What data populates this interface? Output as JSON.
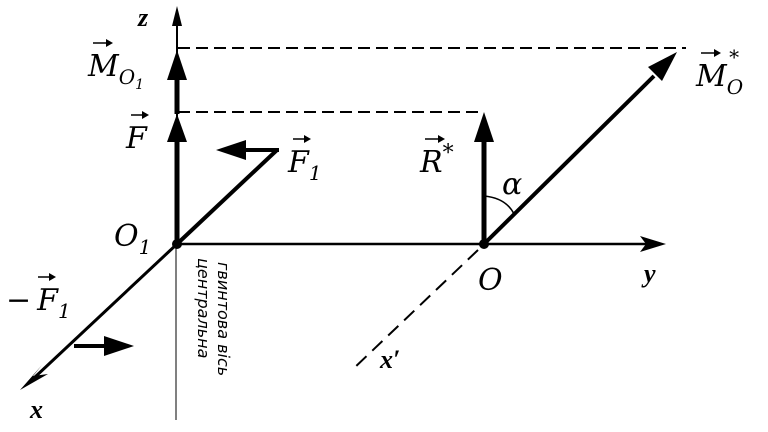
{
  "labels": {
    "axis_z": "z",
    "axis_y": "y",
    "axis_x": "x",
    "axis_x_prime": "x′",
    "point_o1_main": "O",
    "point_o1_sub": "1",
    "point_o": "O",
    "moment_o1_main": "M",
    "moment_o1_sub_main": "O",
    "moment_o1_sub_sub": "1",
    "force_f": "F",
    "force_f1_main": "F",
    "force_f1_sub": "1",
    "force_neg_f1_minus": "−",
    "force_neg_f1_main": "F",
    "force_neg_f1_sub": "1",
    "resultant_main": "R",
    "resultant_sup": "*",
    "moment_o_main": "M",
    "moment_o_sub": "O",
    "moment_o_sup": "*",
    "angle": "α",
    "central_axis_line1": "центральна",
    "central_axis_line2": "гвинтова вісь"
  }
}
